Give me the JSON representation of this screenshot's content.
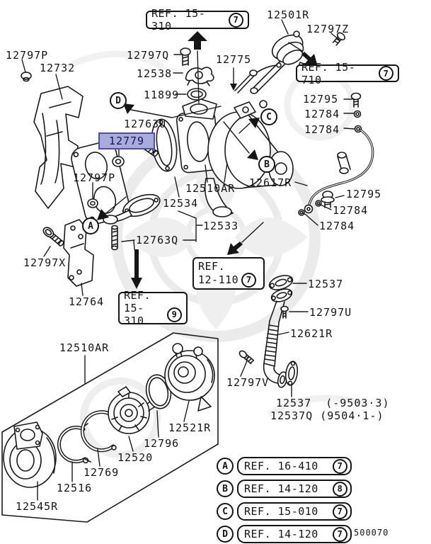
{
  "labels": [
    "12797P",
    "12732",
    "12501R",
    "12797Z",
    "12797Q",
    "12538",
    "12775",
    "11899",
    "12795",
    "12784",
    "12784",
    "12763U",
    "12779",
    "12797P",
    "12510AR",
    "12617R",
    "12534",
    "12795",
    "12784",
    "12784",
    "12533",
    "12763Q",
    "12797X",
    "12537",
    "12764",
    "12797U",
    "12621R",
    "12510AR",
    "12797V",
    "12521R",
    "12537  (-9503·3)",
    "12537Q (9504·1-)",
    "12796",
    "12520",
    "12769",
    "12516",
    "12545R"
  ],
  "refs": {
    "top_ref": {
      "text": "REF. 15-310",
      "num": "7"
    },
    "ref_15_710": {
      "text": "REF. 15-710",
      "num": "7"
    },
    "ref_12_110": {
      "line1": "REF.",
      "line2": "12-110",
      "num": "7"
    },
    "ref_15_310b": {
      "line1": "REF.",
      "line2": "15-310",
      "num": "9"
    }
  },
  "legend": [
    {
      "letter": "A",
      "text": "REF. 16-410",
      "num": "7"
    },
    {
      "letter": "B",
      "text": "REF. 14-120",
      "num": "8"
    },
    {
      "letter": "C",
      "text": "REF. 15-010",
      "num": "7"
    },
    {
      "letter": "D",
      "text": "REF. 14-120",
      "num": "7"
    }
  ],
  "callout_letters": {
    "a": "A",
    "b": "B",
    "c": "C",
    "d": "D"
  },
  "doc_number": "500070",
  "highlighted_part": "12779",
  "colors": {
    "highlight_fill": "#a9abdc",
    "highlight_border": "#4c50a8",
    "highlight_text": "#15155c",
    "line": "#1a1a1a",
    "watermark": "#ebebeb"
  }
}
